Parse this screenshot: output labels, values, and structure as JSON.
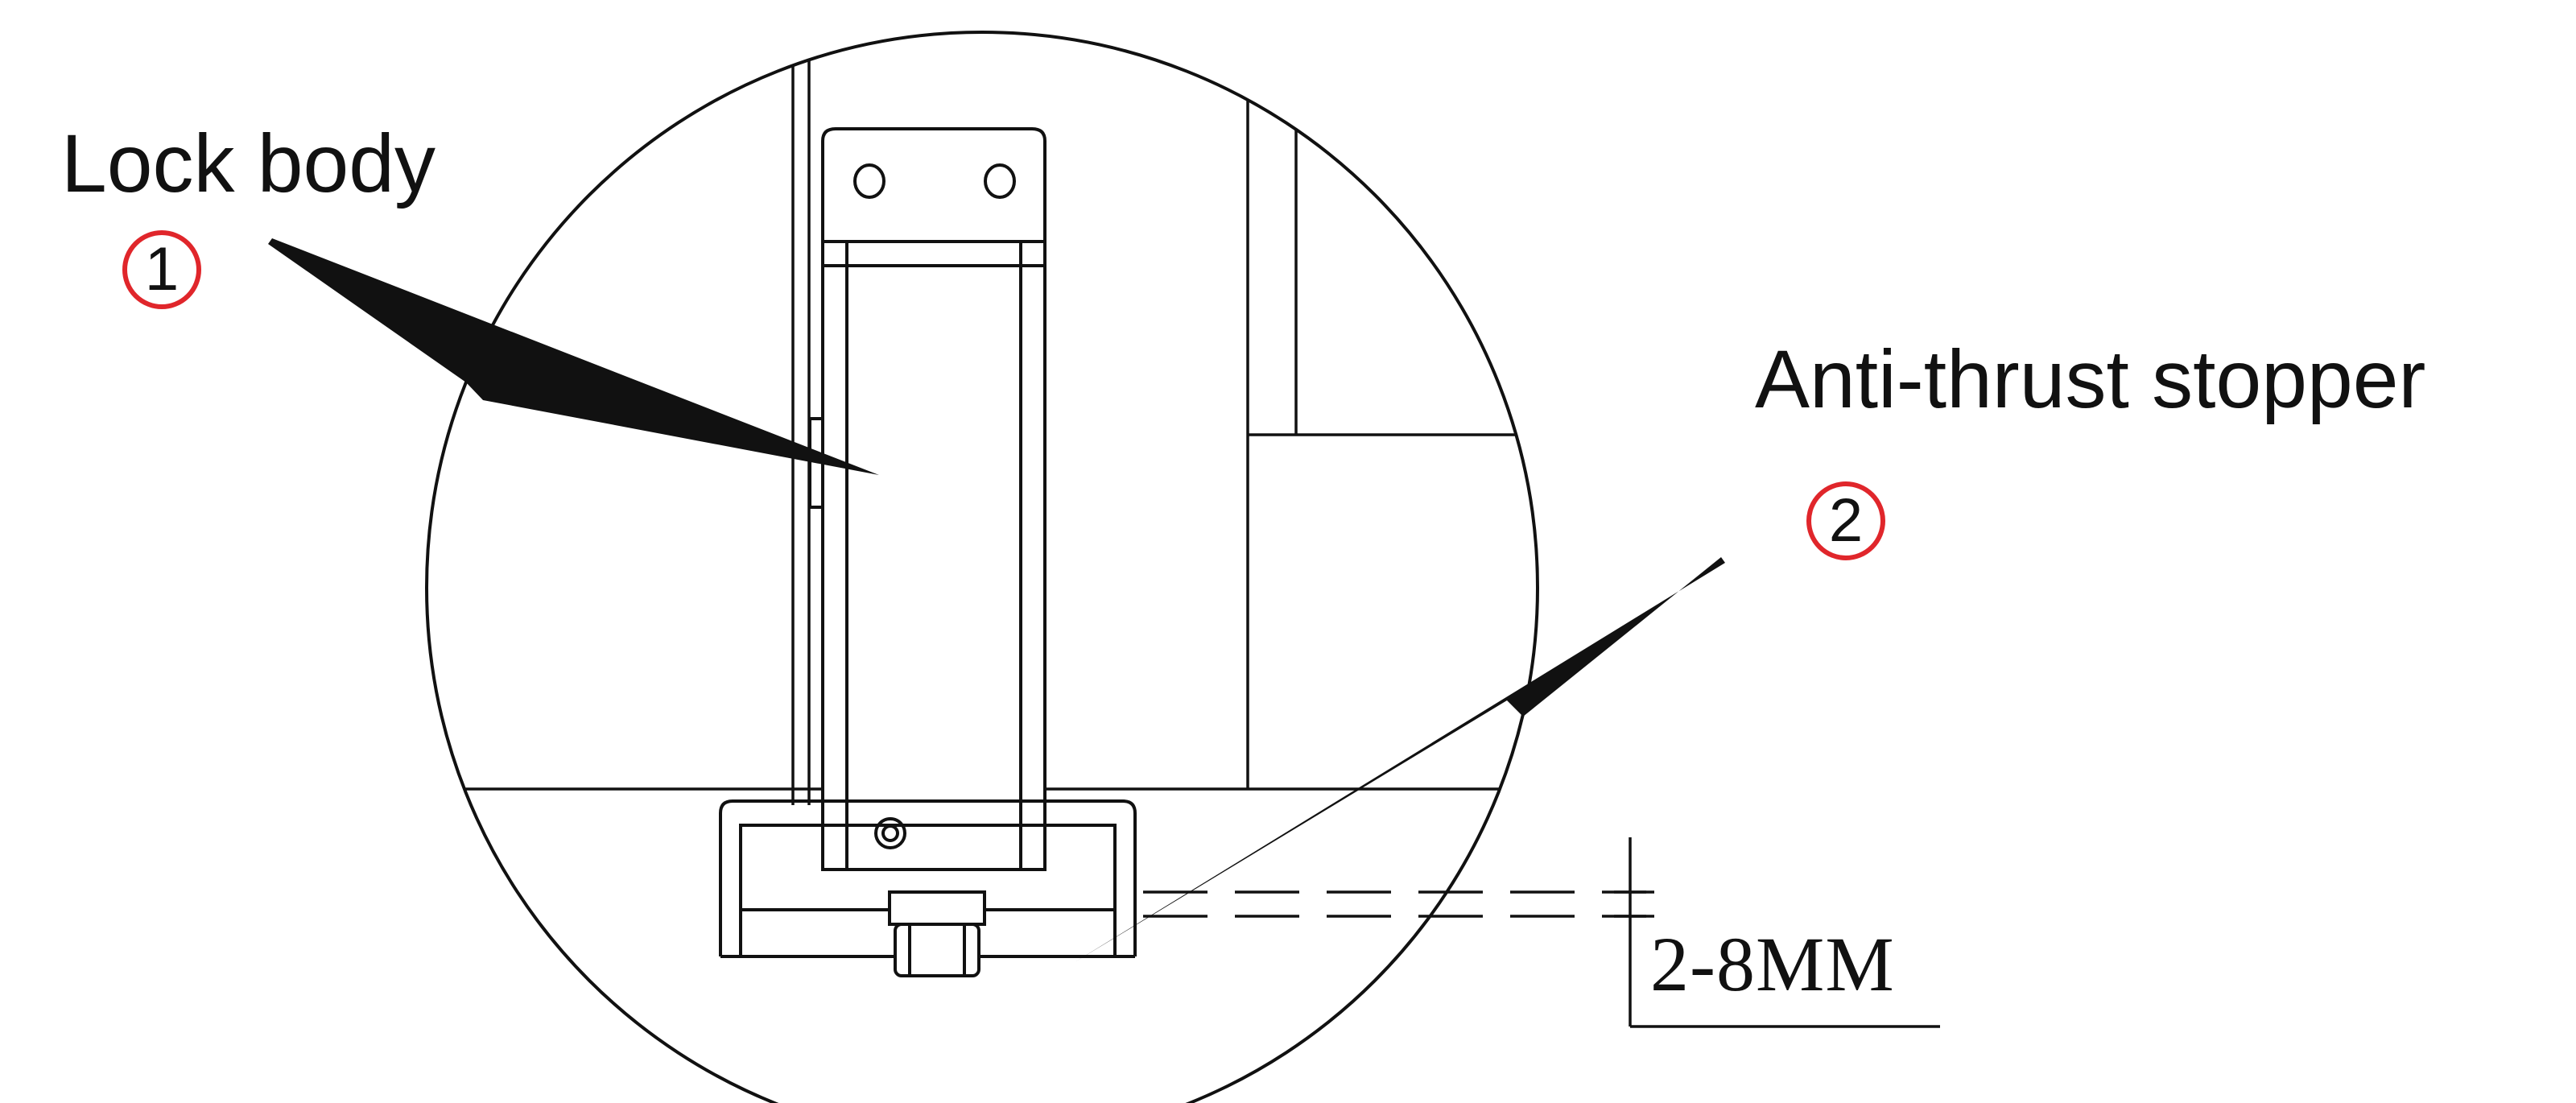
{
  "labels": {
    "lock_body": "Lock body",
    "lock_body_number": "1",
    "anti_thrust_stopper": "Anti-thrust stopper",
    "anti_thrust_stopper_number": "2",
    "gap_dimension": "2-8MM"
  },
  "colors": {
    "line": "#111111",
    "number_circle": "#e0262b",
    "background": "#ffffff"
  }
}
